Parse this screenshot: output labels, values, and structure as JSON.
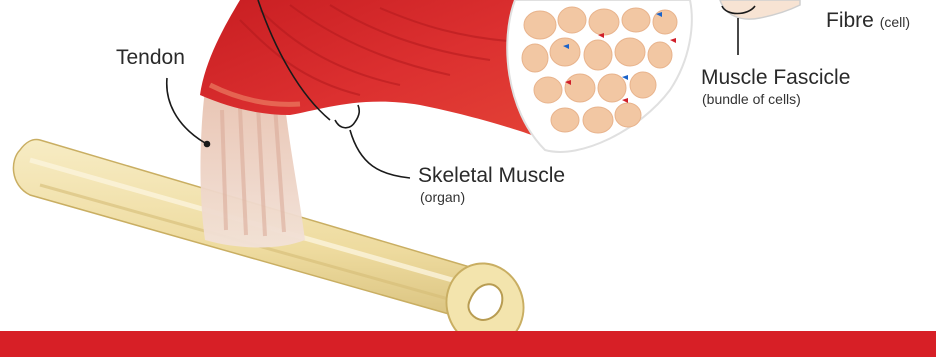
{
  "labels": {
    "tendon": "Tendon",
    "fibre": "Fibre",
    "fibre_sub": "(cell)",
    "fascicle": "Muscle Fascicle",
    "fascicle_sub": "(bundle of cells)",
    "skeletal": "Skeletal Muscle",
    "skeletal_sub": "(organ)"
  },
  "colors": {
    "muscle_red": "#d7282c",
    "muscle_dark": "#b71c20",
    "bone": "#efe0a8",
    "tendon": "#ecd6c8",
    "fascicle_cell": "#f2c7a3",
    "footer": "#d71f26"
  }
}
